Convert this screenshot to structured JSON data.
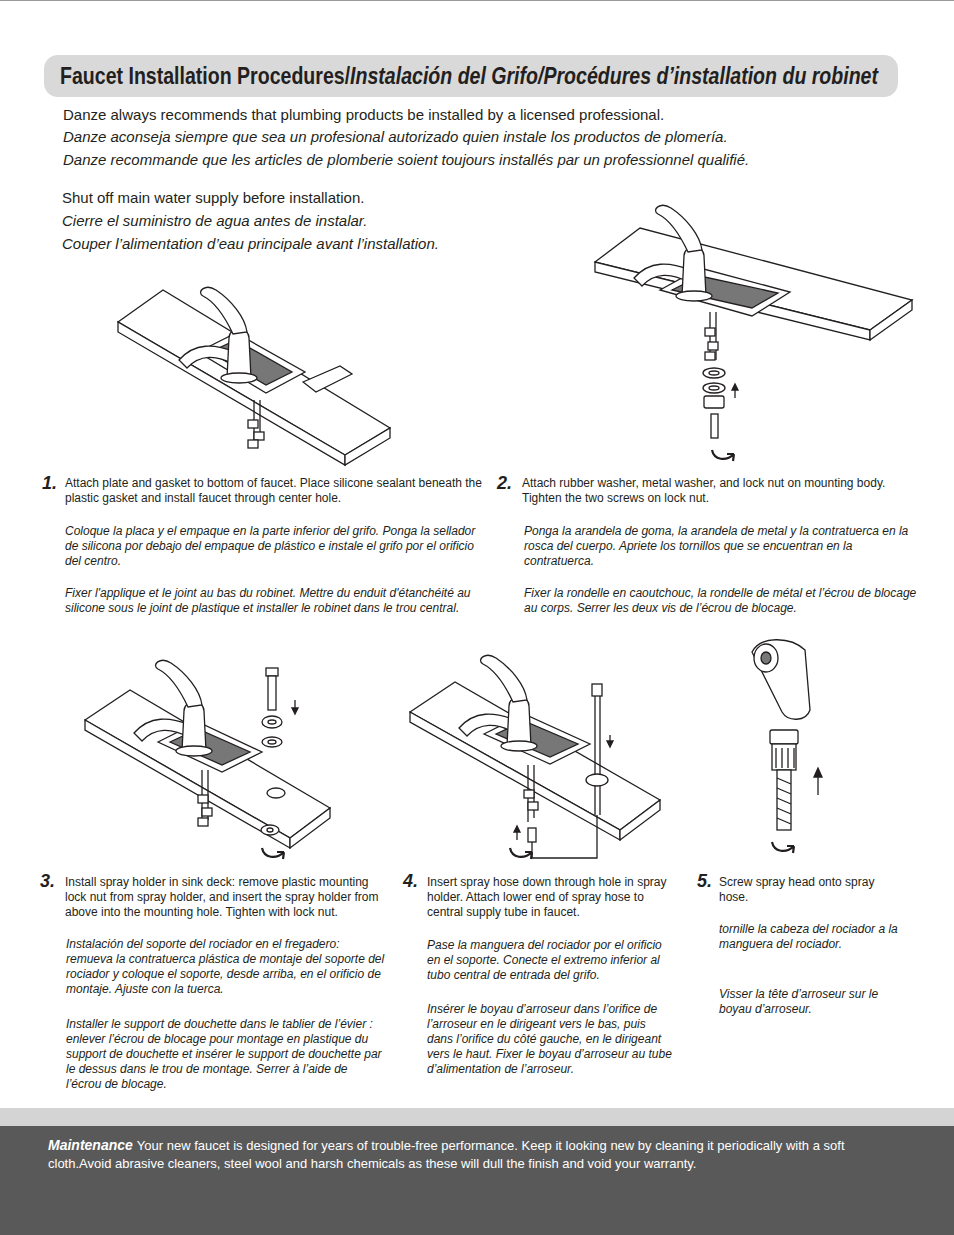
{
  "diagram": {
    "nodes": [
      {
        "text": [
          "Faucet Installation Procedures/",
          "Instalación del Grifo/Procédures d’installation du robinet"
        ]
      },
      {
        "text": [
          "Maintenance",
          "Your new faucet is designed for years of trouble-free performance. Keep it looking new by cleaning it periodically with a soft cloth.Avoid abrasive cleaners, steel wool and harsh chemicals as these will dull the finish and void your warranty."
        ]
      }
    ],
    "labels": [
      "Danze always recommends that plumbing products be installed by a licensed professional.",
      "Danze aconseja siempre que sea un profesional autorizado quien instale los productos de plomería.",
      "Danze recommande que les articles de plomberie soient toujours installés par un professionnel qualifié.",
      "Shut off main water supply before installation.",
      "Cierre el suministro de agua antes de instalar.",
      "Couper l’alimentation d’eau principale avant l’installation.",
      "1.",
      "Attach plate and gasket to bottom of faucet. Place silicone sealant beneath the plastic gasket and install faucet through center hole.",
      "Coloque la placa y el empaque en la parte inferior del grifo. Ponga la sellador de silicona por debajo del empaque de plástico e instale el grifo por el orificio del centro.",
      "Fixer l'applique et le joint au bas du robinet. Mettre du enduit d'étanchéité au silicone sous le joint de plastique et installer le robinet dans le trou central.",
      "2.",
      "Attach rubber washer, metal washer, and lock nut on mounting body. Tighten the two screws on lock nut.",
      "Ponga la arandela de goma, la arandela de metal y la contratuerca en la rosca del cuerpo. Apriete los tornillos que se encuentran en la contratuerca.",
      "Fixer la rondelle en caoutchouc, la rondelle de métal et l’écrou de blocage au corps. Serrer les deux vis de l’écrou de blocage.",
      "3.",
      "Install spray holder in sink deck: remove plastic mounting lock nut from spray holder, and insert the spray holder from above into the mounting hole. Tighten with lock nut.",
      "Instalación del soporte del rociador en el fregadero: remueva la contratuerca plástica de montaje del soporte del rociador y coloque el soporte, desde arriba, en el orificio de montaje. Ajuste con la tuerca.",
      "Installer le support de douchette dans le tablier de l’évier : enlever l’écrou de blocage pour montage en plastique du support de douchette et insérer le support de douchette par le dessus dans le trou de montage. Serrer à l’aide de l’écrou de blocage.",
      "4.",
      "Insert spray hose down through hole in spray holder. Attach lower end of spray hose to central supply tube in faucet.",
      "Pase la manguera del rociador por el orificio en el soporte. Conecte el extremo inferior al tubo central de entrada del grifo.",
      "Insérer le boyau d’arroseur dans l’orifice de l’arroseur en le dirigeant vers le bas, puis dans l’orifice du côté gauche, en le dirigeant vers le haut. Fixer le boyau d’arroseur au tube d’alimentation de l’arroseur.",
      "5.",
      "Screw spray head onto spray hose.",
      "tornille la cabeza del rociador a la manguera del rociador.",
      "Visser la tête d’arroseur sur le boyau d’arroseur."
    ]
  }
}
